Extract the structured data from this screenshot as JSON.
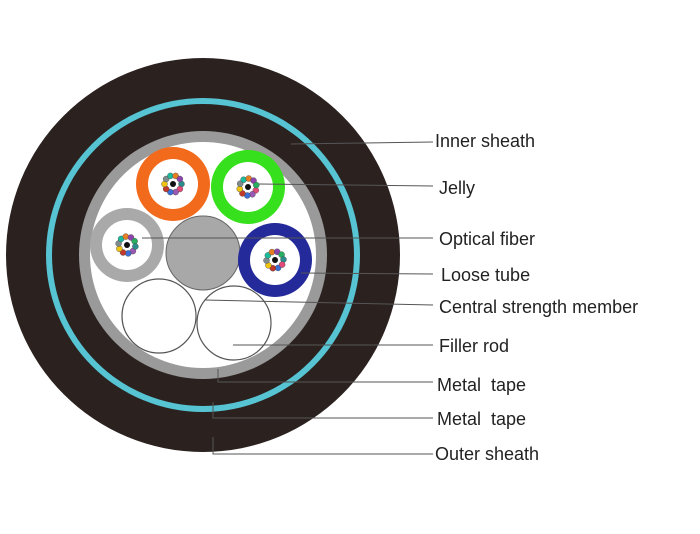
{
  "labels": {
    "inner_sheath": "Inner sheath",
    "jelly": "Jelly",
    "optical_fiber": "Optical fiber",
    "loose_tube": "Loose tube",
    "central_strength_member": "Central strength member",
    "filler_rod": "Filler rod",
    "metal_tape_1": "Metal  tape",
    "metal_tape_2": "Metal  tape",
    "outer_sheath": "Outer sheath"
  },
  "colors": {
    "outer_sheath": "#2b2220",
    "metal_tape_blue": "#56c4d2",
    "inner_ring": "#9a9a9a",
    "jelly_fill": "#ffffff",
    "central_member": "#a8a8a8",
    "tube_orange": "#f26a1b",
    "tube_green": "#37e01c",
    "tube_gray": "#a9a9a9",
    "tube_blue": "#242a9a",
    "leader_line": "#555555"
  },
  "fiber_colors": [
    "#2b8c8c",
    "#e24a7a",
    "#9b59b6",
    "#3b6fd6",
    "#c0392b",
    "#f1c40f",
    "#7f8c8d",
    "#1abc9c",
    "#e67e22",
    "#8e44ad",
    "#27ae60"
  ]
}
